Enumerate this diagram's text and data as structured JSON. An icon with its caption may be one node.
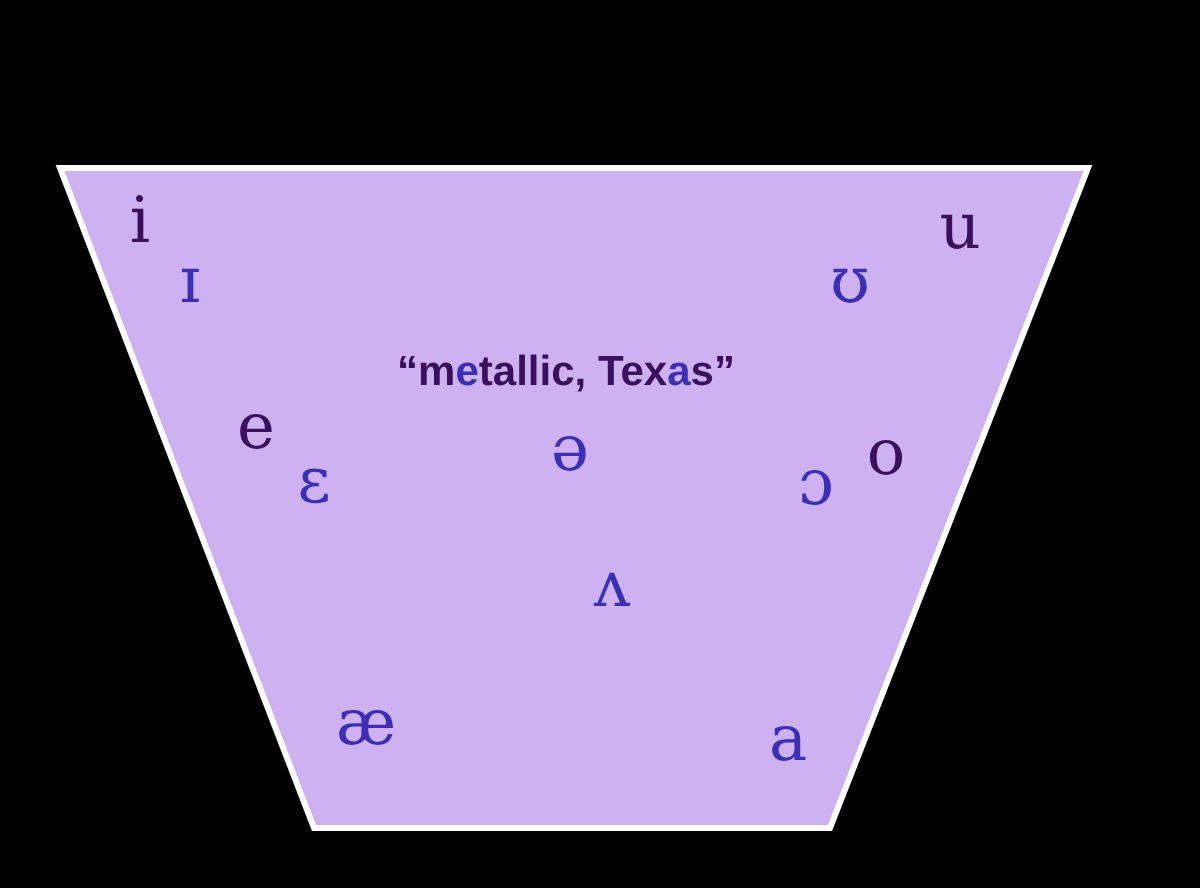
{
  "diagram": {
    "nodes": [
      {
        "text": [],
        "shape": "trapezoid"
      }
    ],
    "edges": [],
    "labels": [
      "i",
      "u",
      "ɪ",
      "ʊ",
      "“m**e**tallic, Tex**a**s”",
      "e",
      "ə",
      "o",
      "ɛ",
      "ɔ",
      "ʌ",
      "æ",
      "a"
    ]
  }
}
